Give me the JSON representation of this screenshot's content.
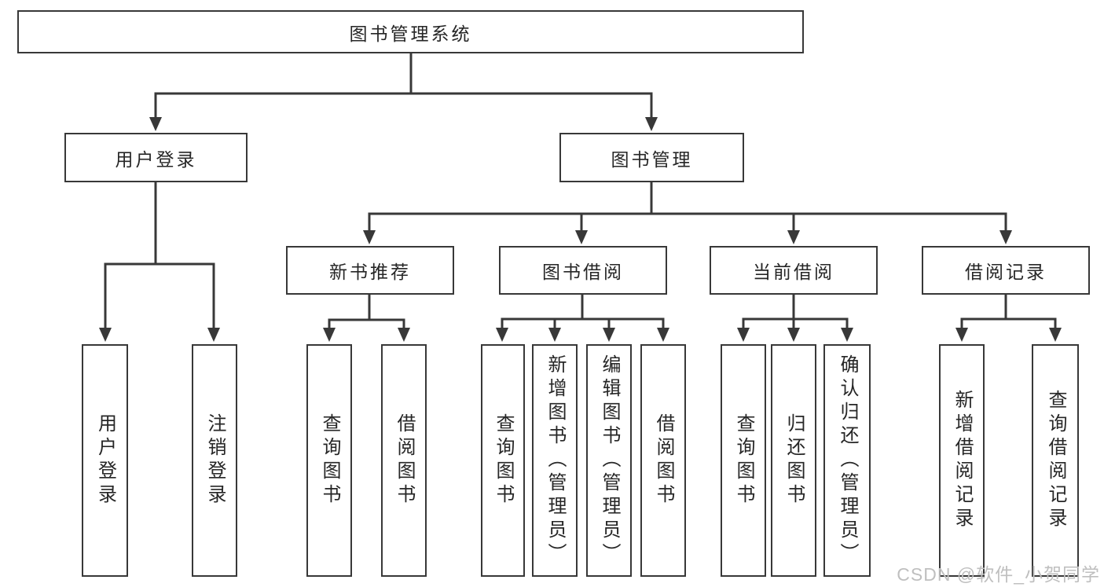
{
  "tree": {
    "label": "图书管理系统",
    "children": [
      {
        "label": "用户登录",
        "children": [
          {
            "label": "用户登录"
          },
          {
            "label": "注销登录"
          }
        ]
      },
      {
        "label": "图书管理",
        "children": [
          {
            "label": "新书推荐",
            "children": [
              {
                "label": "查询图书"
              },
              {
                "label": "借阅图书"
              }
            ]
          },
          {
            "label": "图书借阅",
            "children": [
              {
                "label": "查询图书"
              },
              {
                "label": "新增图书（管理员）"
              },
              {
                "label": "编辑图书（管理员）"
              },
              {
                "label": "借阅图书"
              }
            ]
          },
          {
            "label": "当前借阅",
            "children": [
              {
                "label": "查询图书"
              },
              {
                "label": "归还图书"
              },
              {
                "label": "确认归还（管理员）"
              }
            ]
          },
          {
            "label": "借阅记录",
            "children": [
              {
                "label": "新增借阅记录"
              },
              {
                "label": "查询借阅记录"
              }
            ]
          }
        ]
      }
    ]
  },
  "watermark": "CSDN @软件_小贺同学",
  "colors": {
    "line": "#383838",
    "arrow": "#383838",
    "box_border": "#383838",
    "text": "#262626",
    "watermark": "#bfbfbf",
    "background": "#ffffff"
  }
}
